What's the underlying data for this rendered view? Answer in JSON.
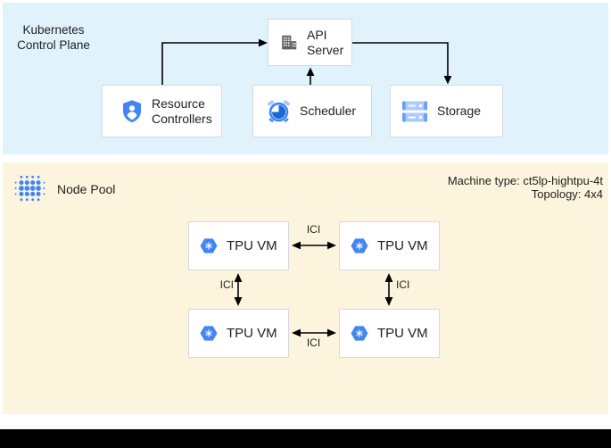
{
  "control_plane": {
    "label": "Kubernetes Control Plane",
    "api_server": {
      "label": "API Server"
    },
    "resource_controllers": {
      "label": "Resource Controllers"
    },
    "scheduler": {
      "label": "Scheduler"
    },
    "storage": {
      "label": "Storage"
    }
  },
  "node_pool": {
    "label": "Node Pool",
    "machine_type": "Machine type: ct5lp-hightpu-4t",
    "topology": "Topology: 4x4",
    "vms": [
      {
        "label": "TPU VM"
      },
      {
        "label": "TPU VM"
      },
      {
        "label": "TPU VM"
      },
      {
        "label": "TPU VM"
      }
    ],
    "links": [
      {
        "label": "ICI"
      },
      {
        "label": "ICI"
      },
      {
        "label": "ICI"
      },
      {
        "label": "ICI"
      }
    ]
  },
  "icons": {
    "api_server": "building-icon",
    "resource_controllers": "shield-user-icon",
    "scheduler": "alarm-clock-icon",
    "storage": "storage-disks-icon",
    "tpu_vm": "gke-hexagon-gear-icon",
    "node_pool": "dot-cluster-icon"
  },
  "colors": {
    "control_plane_bg": "#E0F3FD",
    "node_pool_bg": "#FCF4DD",
    "google_blue": "#4285F4",
    "light_blue": "#AECBFA",
    "mid_blue": "#669DF6",
    "dark_blue": "#1967D2",
    "icon_gray": "#5F6368",
    "box_border": "#D7D9DC",
    "arrow": "#000000",
    "footer_bar": "#000000"
  }
}
